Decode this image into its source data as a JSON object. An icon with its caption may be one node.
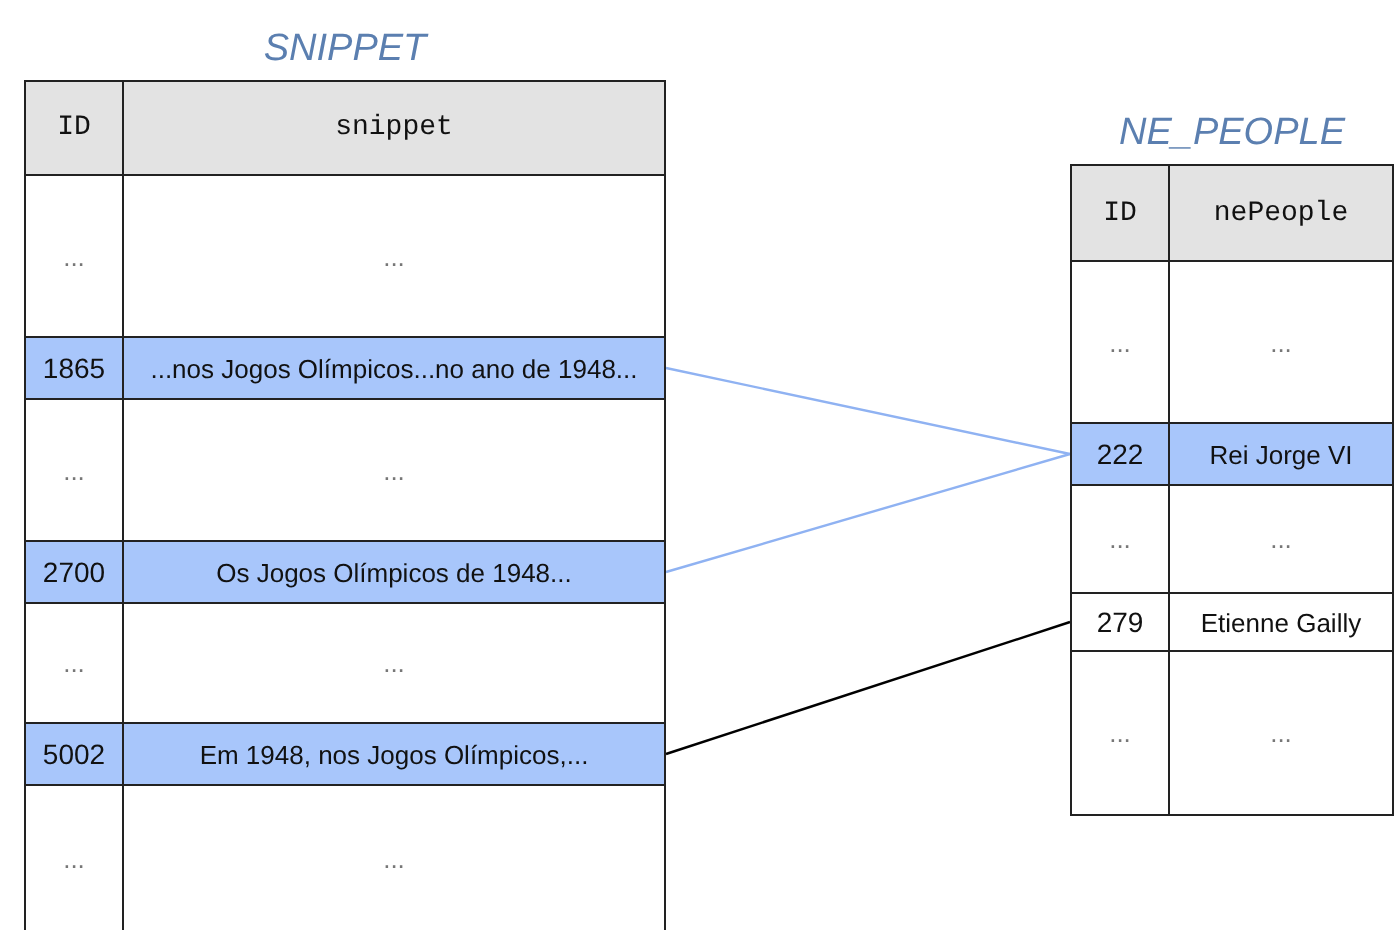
{
  "diagram": {
    "nodes": [
      {
        "text": [
          "SNIPPET"
        ]
      },
      {
        "text": [
          "1865",
          "...nos Jogos Olímpicos...no ano de 1948..."
        ],
        "in": 0
      },
      {
        "text": [
          "2700",
          "Os Jogos Olímpicos de 1948..."
        ],
        "in": 0
      },
      {
        "text": [
          "5002",
          "Em 1948, nos Jogos Olímpicos,..."
        ],
        "in": 0
      },
      {
        "text": [
          "NE_PEOPLE"
        ]
      },
      {
        "text": [
          "222",
          "Rei Jorge VI"
        ],
        "in": 4
      },
      {
        "text": [
          "279",
          "Etienne Gailly"
        ],
        "in": 4
      }
    ],
    "edges": [
      {
        "from": 1,
        "to": 5,
        "arrow": "none"
      },
      {
        "from": 2,
        "to": 5,
        "arrow": "none"
      },
      {
        "from": 3,
        "to": 6,
        "arrow": "none",
        "color": "#000000"
      }
    ],
    "labels": [
      "ID",
      "snippet",
      "...",
      "...",
      "...",
      "...",
      "...",
      "...",
      "...",
      "...",
      "ID",
      "nePeople",
      "...",
      "...",
      "...",
      "...",
      "...",
      "..."
    ]
  }
}
